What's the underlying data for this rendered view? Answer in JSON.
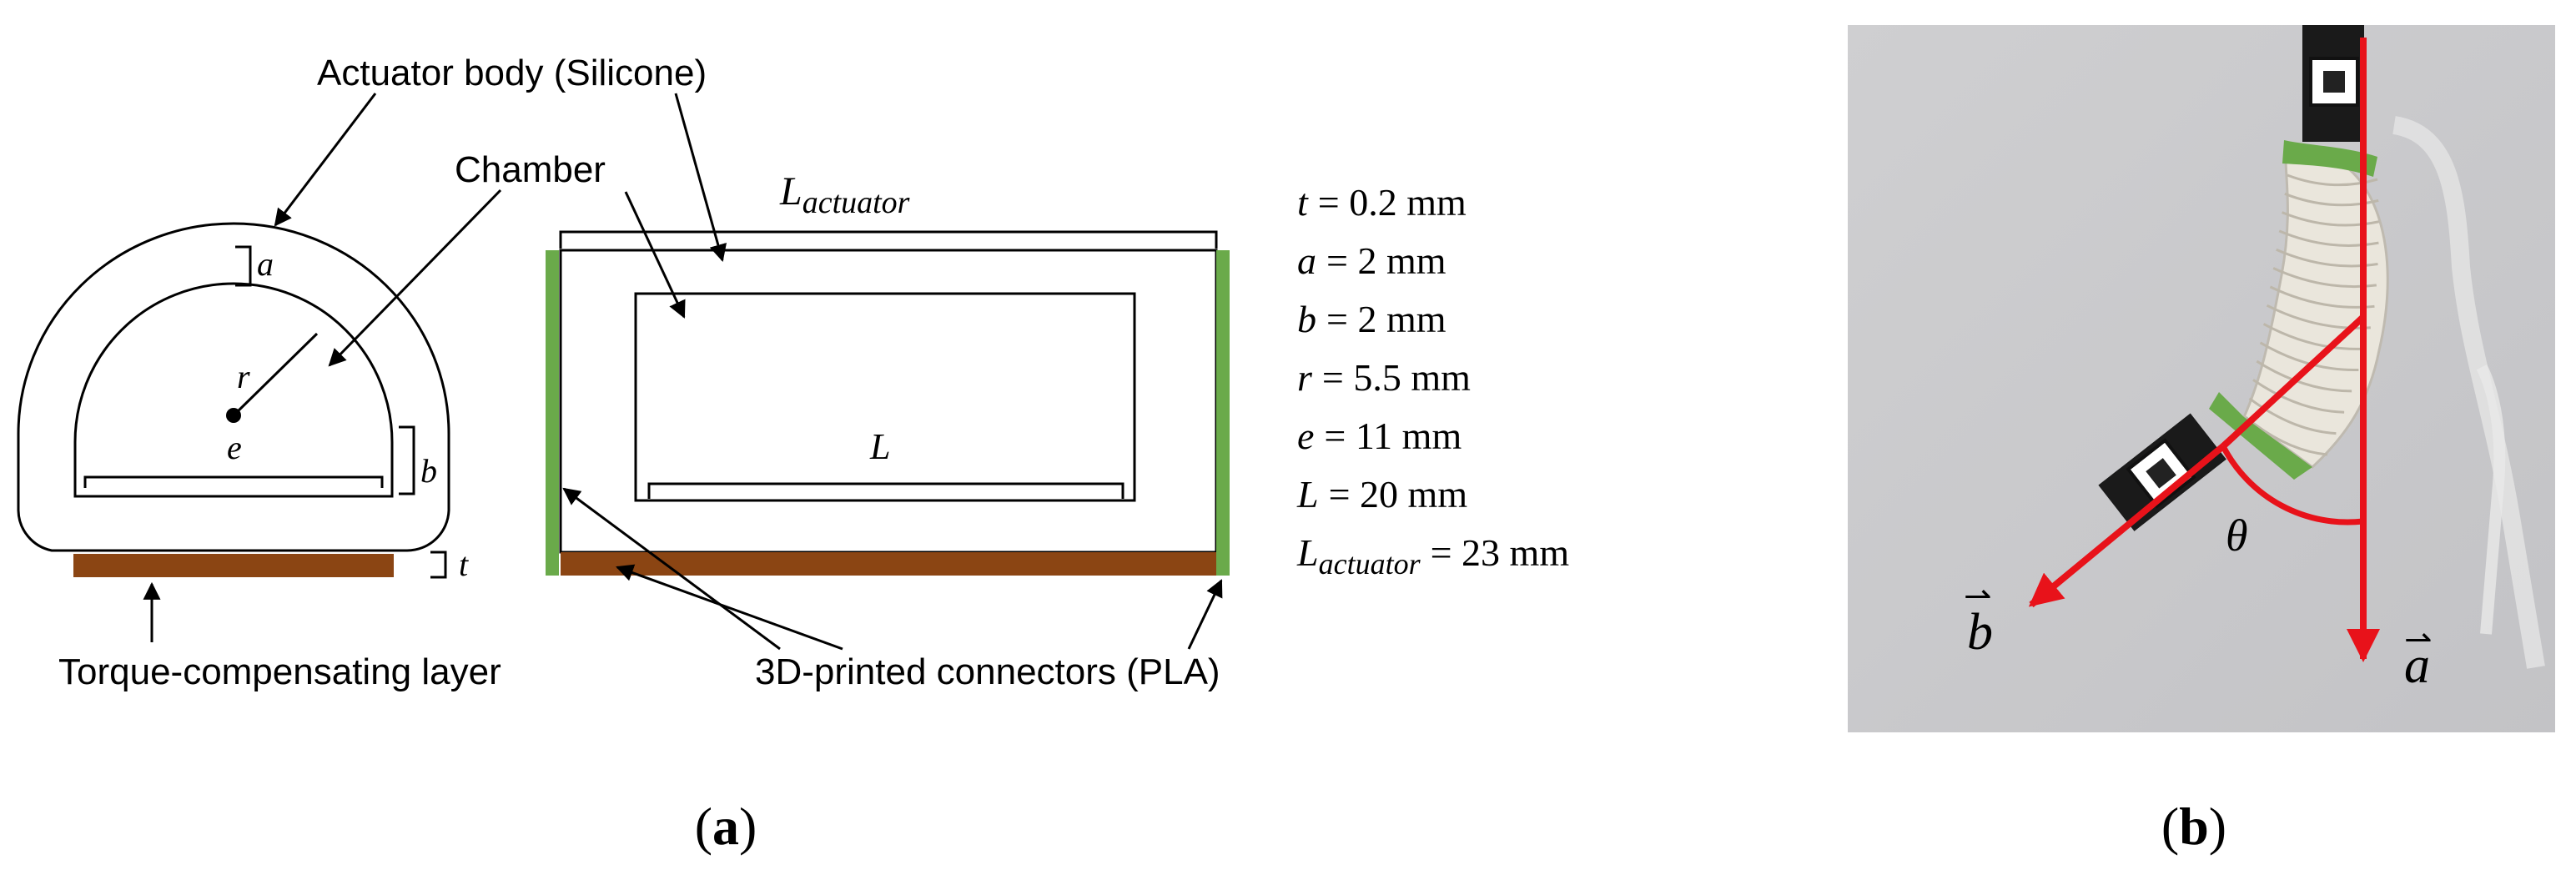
{
  "colors": {
    "layer": "#8B4513",
    "connector": "#6aaa4a",
    "vector": "#e8121a",
    "photo_bg": "#cdcdcf",
    "line": "#000000"
  },
  "panel_a": {
    "caption_open": "(",
    "caption_letter": "a",
    "caption_close": ")",
    "labels": {
      "actuator_body": "Actuator body (Silicone)",
      "chamber": "Chamber",
      "torque_layer": "Torque-compensating layer",
      "connectors": "3D-printed connectors (PLA)"
    },
    "symbols": {
      "L_actuator_main": "L",
      "L_actuator_sub": "actuator",
      "a": "a",
      "b": "b",
      "r": "r",
      "e": "e",
      "t": "t",
      "L": "L"
    },
    "parameters": [
      {
        "sym": "t",
        "sub": "",
        "value": "= 0.2 mm"
      },
      {
        "sym": "a",
        "sub": "",
        "value": "= 2 mm"
      },
      {
        "sym": "b",
        "sub": "",
        "value": "= 2 mm"
      },
      {
        "sym": "r",
        "sub": "",
        "value": "= 5.5 mm"
      },
      {
        "sym": "e",
        "sub": "",
        "value": "= 11 mm"
      },
      {
        "sym": "L",
        "sub": "",
        "value": "= 20 mm"
      },
      {
        "sym": "L",
        "sub": "actuator",
        "value": "= 23 mm"
      }
    ]
  },
  "panel_b": {
    "caption_open": "(",
    "caption_letter": "b",
    "caption_close": ")",
    "vectors": {
      "a": "a",
      "b": "b",
      "arrow_mark": "⇀"
    },
    "angle": "θ"
  }
}
